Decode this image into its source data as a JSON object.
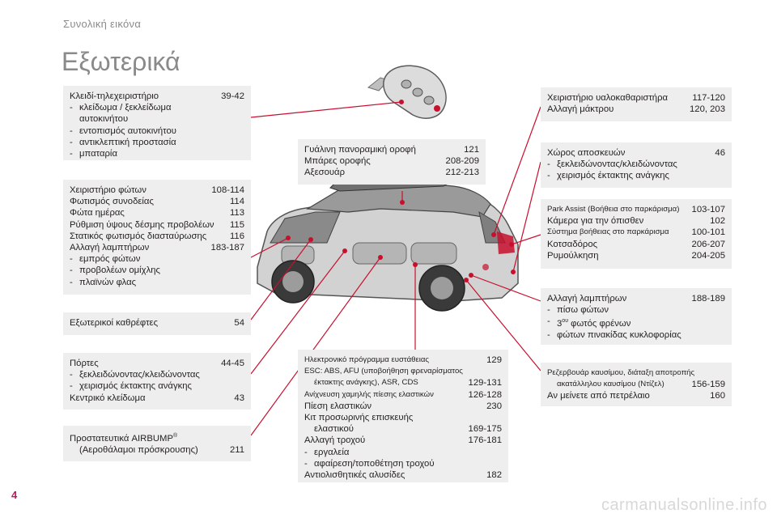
{
  "header": {
    "section": "Συνολική εικόνα",
    "title": "Εξωτερικά"
  },
  "page_number": "4",
  "watermark": "carmanualsonline.info",
  "colors": {
    "accent": "#c8102e",
    "box_bg": "#eeeeee",
    "title": "#8a8a8a"
  },
  "boxes": {
    "key": {
      "r1": {
        "text": "Κλειδί-τηλεχειριστήριο",
        "page": "39-42"
      },
      "d1": "κλείδωμα / ξεκλείδωμα",
      "d1b": "αυτοκινήτου",
      "d2": "εντοπισμός αυτοκινήτου",
      "d3": "αντικλεπτική προστασία",
      "d4": "μπαταρία"
    },
    "lights": {
      "r1": {
        "text": "Χειριστήριο φώτων",
        "page": "108-114"
      },
      "r2": {
        "text": "Φωτισμός συνοδείας",
        "page": "114"
      },
      "r3": {
        "text": "Φώτα ημέρας",
        "page": "113"
      },
      "r4": {
        "text": "Ρύθμιση ύψους δέσμης προβολέων",
        "page": "115"
      },
      "r5": {
        "text": "Στατικός φωτισμός διασταύρωσης",
        "page": "116"
      },
      "r6": {
        "text": "Αλλαγή λαμπτήρων",
        "page": "183-187"
      },
      "d1": "εμπρός φώτων",
      "d2": "προβολέων ομίχλης",
      "d3": "πλαϊνών φλας"
    },
    "mirrors": {
      "r1": {
        "text": "Εξωτερικοί καθρέφτες",
        "page": "54"
      }
    },
    "doors": {
      "r1": {
        "text": "Πόρτες",
        "page": "44-45"
      },
      "d1": "ξεκλειδώνοντας/κλειδώνοντας",
      "d2": "χειρισμός έκτακτης ανάγκης",
      "r2": {
        "text": "Κεντρικό κλείδωμα",
        "page": "43"
      }
    },
    "airbump": {
      "r1": "Προστατευτικά AIRBUMP",
      "sup": "®",
      "r2": {
        "text": "(Αεροθάλαμοι πρόσκρουσης)",
        "page": "211"
      }
    },
    "roof": {
      "r1": {
        "text": "Γυάλινη πανοραμική οροφή",
        "page": "121"
      },
      "r2": {
        "text": "Μπάρες οροφής",
        "page": "208-209"
      },
      "r3": {
        "text": "Αξεσουάρ",
        "page": "212-213"
      }
    },
    "electronic": {
      "r1": {
        "text": "Ηλεκτρονικό πρόγραμμα ευστάθειας",
        "page": "129"
      },
      "r2": "ESC: ABS, AFU (υποβοήθηση φρεναρίσματος",
      "r3": {
        "text": "έκτακτης ανάγκης), ASR, CDS",
        "page": "129-131"
      },
      "r4": {
        "text": "Ανίχνευση χαμηλής πίεσης ελαστικών",
        "page": "126-128"
      },
      "r5": {
        "text": "Πίεση ελαστικών",
        "page": "230"
      },
      "r6": "Κιτ προσωρινής επισκευής",
      "r7": {
        "text": "ελαστικού",
        "page": "169-175"
      },
      "r8": {
        "text": "Αλλαγή τροχού",
        "page": "176-181"
      },
      "d1": "εργαλεία",
      "d2": "αφαίρεση/τοποθέτηση τροχού",
      "r9": {
        "text": "Αντιολισθητικές αλυσίδες",
        "page": "182"
      }
    },
    "wiper": {
      "r1": {
        "text": "Χειριστήριο υαλοκαθαριστήρα",
        "page": "117-120"
      },
      "r2": {
        "text": "Αλλαγή μάκτρου",
        "page": "120, 203"
      }
    },
    "boot": {
      "r1": {
        "text": "Χώρος αποσκευών",
        "page": "46"
      },
      "d1": "ξεκλειδώνοντας/κλειδώνοντας",
      "d2": "χειρισμός έκτακτης ανάγκης"
    },
    "park": {
      "r1": {
        "text": "Park Assist (Βοήθεια στο παρκάρισμα)",
        "page": "103-107"
      },
      "r2": {
        "text": "Κάμερα για την όπισθεν",
        "page": "102"
      },
      "r3": {
        "text": "Σύστημα βοήθειας στο παρκάρισμα",
        "page": "100-101"
      },
      "r4": {
        "text": "Κοτσαδόρος",
        "page": "206-207"
      },
      "r5": {
        "text": "Ρυμούλκηση",
        "page": "204-205"
      }
    },
    "bulbs": {
      "r1": {
        "text": "Αλλαγή λαμπτήρων",
        "page": "188-189"
      },
      "d1": "πίσω φώτων",
      "d2a": "3",
      "d2sup": "ου",
      "d2b": " φωτός φρένων",
      "d3": "φώτων πινακίδας κυκλοφορίας"
    },
    "fuel": {
      "r1": "Ρεζερβουάρ καυσίμου, διάταξη αποτροπής",
      "r2": {
        "text": "ακατάλληλου καυσίμου (Ντίζελ)",
        "page": "156-159"
      },
      "r3": {
        "text": "Αν μείνετε από πετρέλαιο",
        "page": "160"
      }
    }
  }
}
